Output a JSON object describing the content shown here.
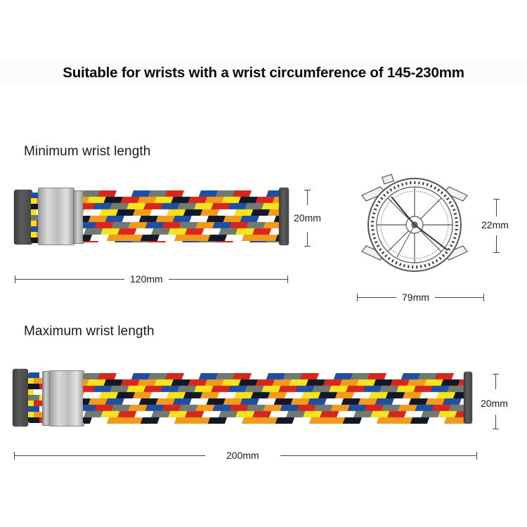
{
  "headline": "Suitable for wrists with a wrist circumference of 145-230mm",
  "minimum": {
    "label": "Minimum wrist length",
    "length": "120mm",
    "width": "20mm"
  },
  "watch": {
    "width": "22mm",
    "length": "79mm"
  },
  "maximum": {
    "label": "Maximum wrist length",
    "length": "200mm",
    "width": "20mm"
  },
  "band_colors": [
    "#d8261f",
    "#f5e31c",
    "#f29a1b",
    "#ffffff",
    "#1f4fa2",
    "#111827",
    "#6f7b72"
  ]
}
